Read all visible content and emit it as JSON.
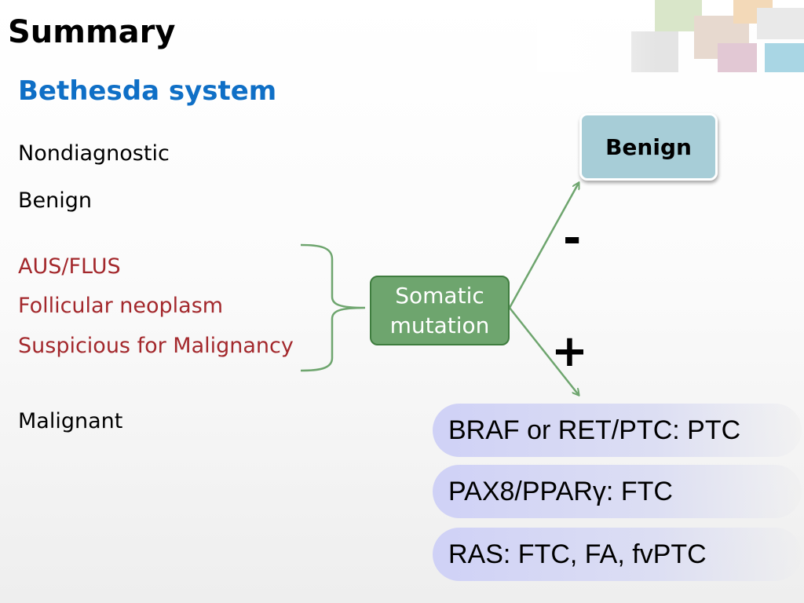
{
  "slide": {
    "title": "Summary",
    "subtitle": "Bethesda system"
  },
  "categories": [
    {
      "label": "Nondiagnostic",
      "color": "#000000"
    },
    {
      "label": "Benign",
      "color": "#000000"
    },
    {
      "label": "AUS/FLUS",
      "color": "#a3282c"
    },
    {
      "label": "Follicular neoplasm",
      "color": "#a3282c"
    },
    {
      "label": "Suspicious for Malignancy",
      "color": "#a3282c"
    },
    {
      "label": "Malignant",
      "color": "#000000"
    }
  ],
  "nodes": {
    "somatic_line1": "Somatic",
    "somatic_line2": "mutation",
    "benign": "Benign",
    "negative_sign": "-",
    "positive_sign": "+"
  },
  "results": [
    "BRAF or RET/PTC: PTC",
    "PAX8/PPARγ: FTC",
    "RAS: FTC, FA, fvPTC"
  ],
  "colors": {
    "accent_blue": "#0f6fc6",
    "highlight_red": "#a3282c",
    "connector_green": "#6ea56e",
    "benign_box": "#a7cdd7",
    "result_pill": "#cfd1f6"
  }
}
